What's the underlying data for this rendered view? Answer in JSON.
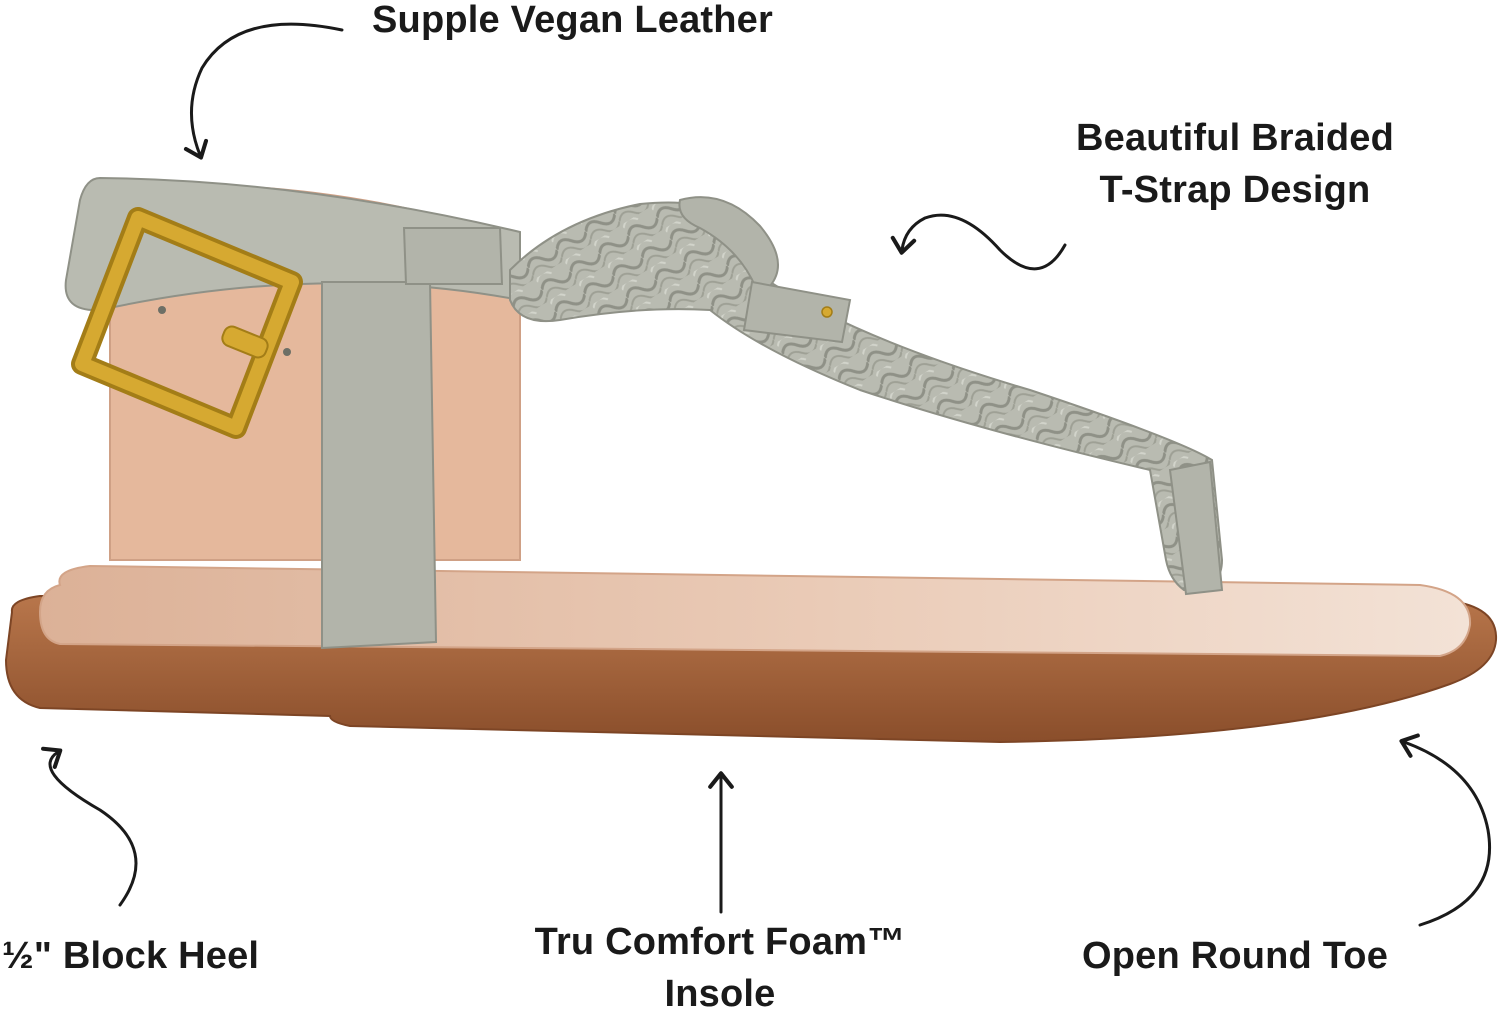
{
  "colors": {
    "background": "#ffffff",
    "text": "#1a1a1a",
    "strap_gray": "#b9bbb1",
    "strap_gray_dark": "#8f9187",
    "footbed": "#e6bfa6",
    "footbed_shadow": "#d3a488",
    "sole": "#a8663d",
    "sole_dark": "#7d4525",
    "buckle_gold": "#d6a931",
    "buckle_gold_dark": "#a37d17"
  },
  "icons": [
    "curved-arrow-icon",
    "buckle-icon"
  ],
  "callouts": {
    "vegan_leather": "Supple Vegan Leather",
    "braided_line1": "Beautiful Braided",
    "braided_line2": "T-Strap Design",
    "block_heel": "½\" Block Heel",
    "foam_line1": "Tru Comfort Foam™",
    "foam_line2": "Insole",
    "round_toe": "Open Round Toe"
  }
}
